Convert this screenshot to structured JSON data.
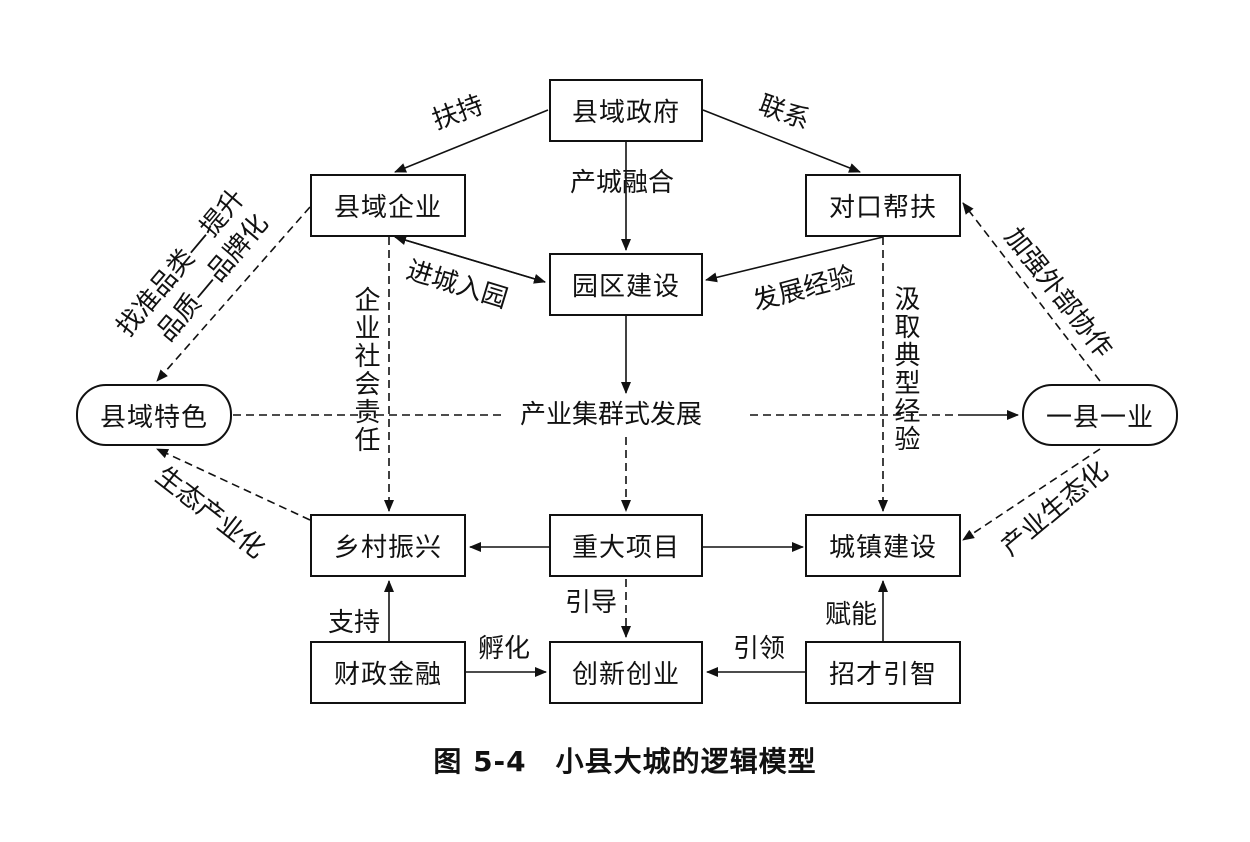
{
  "nodes": {
    "gov": "县域政府",
    "enterprise": "县域企业",
    "pairing": "对口帮扶",
    "park": "园区建设",
    "feature": "县域特色",
    "oneindustry": "一县一业",
    "rural": "乡村振兴",
    "project": "重大项目",
    "town": "城镇建设",
    "finance": "财政金融",
    "innovation": "创新创业",
    "talent": "招才引智"
  },
  "labels": {
    "support": "扶持",
    "link": "联系",
    "integration": "产城融合",
    "enter_park": "进城入园",
    "dev_exp": "发展经验",
    "cluster": "产业集群式发展",
    "brand1": "找准品类—提升",
    "brand2": "品质—品牌化",
    "cooperation": "加强外部协作",
    "ecology": "生态产业化",
    "industry_eco": "产业生态化",
    "csr": "企业社会责任",
    "learn": "汲取典型经验",
    "back": "支持",
    "incubate": "孵化",
    "guide": "引导",
    "lead": "引领",
    "empower": "赋能"
  },
  "caption": "图 5-4　小县大城的逻辑模型"
}
